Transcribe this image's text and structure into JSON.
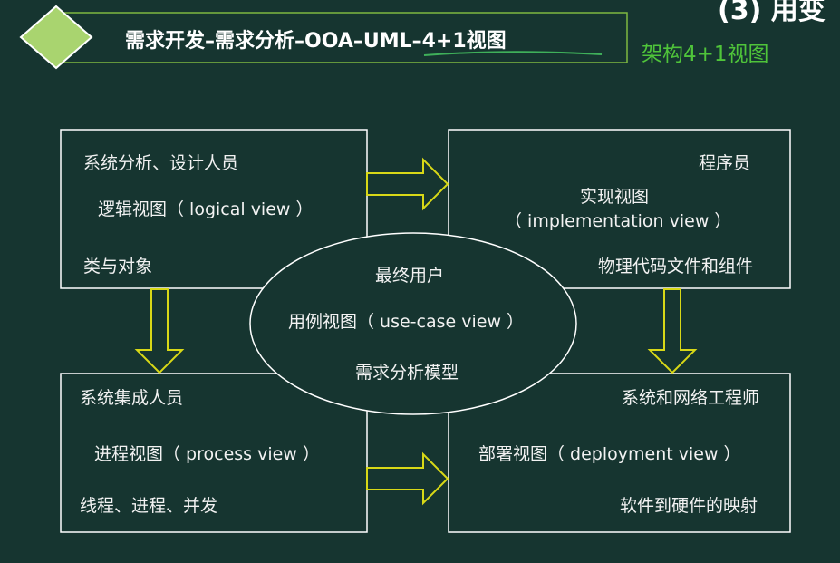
{
  "header": {
    "title": "需求开发–需求分析–OOA–UML–4+1视图",
    "side_label": "架构4+1视图",
    "corner_cut_text": "(3) 用变"
  },
  "diagram": {
    "logical": {
      "role": "系统分析、设计人员",
      "view": "逻辑视图（ logical view ）",
      "concern": "类与对象"
    },
    "implementation": {
      "role": "程序员",
      "view_line1": "实现视图",
      "view_line2": "（ implementation view ）",
      "concern": "物理代码文件和组件"
    },
    "usecase": {
      "role": "最终用户",
      "view": "用例视图（ use-case view ）",
      "concern": "需求分析模型"
    },
    "process": {
      "role": "系统集成人员",
      "view": "进程视图（ process view ）",
      "concern": "线程、进程、并发"
    },
    "deployment": {
      "role": "系统和网络工程师",
      "view": "部署视图（ deployment view ）",
      "concern": "软件到硬件的映射"
    }
  },
  "colors": {
    "background": "#163530",
    "title_border": "#7fb840",
    "diamond": "#a9d46f",
    "arrow_outline": "#d8d817",
    "side_label": "#4fc43a",
    "underline": "#3fb05a"
  }
}
